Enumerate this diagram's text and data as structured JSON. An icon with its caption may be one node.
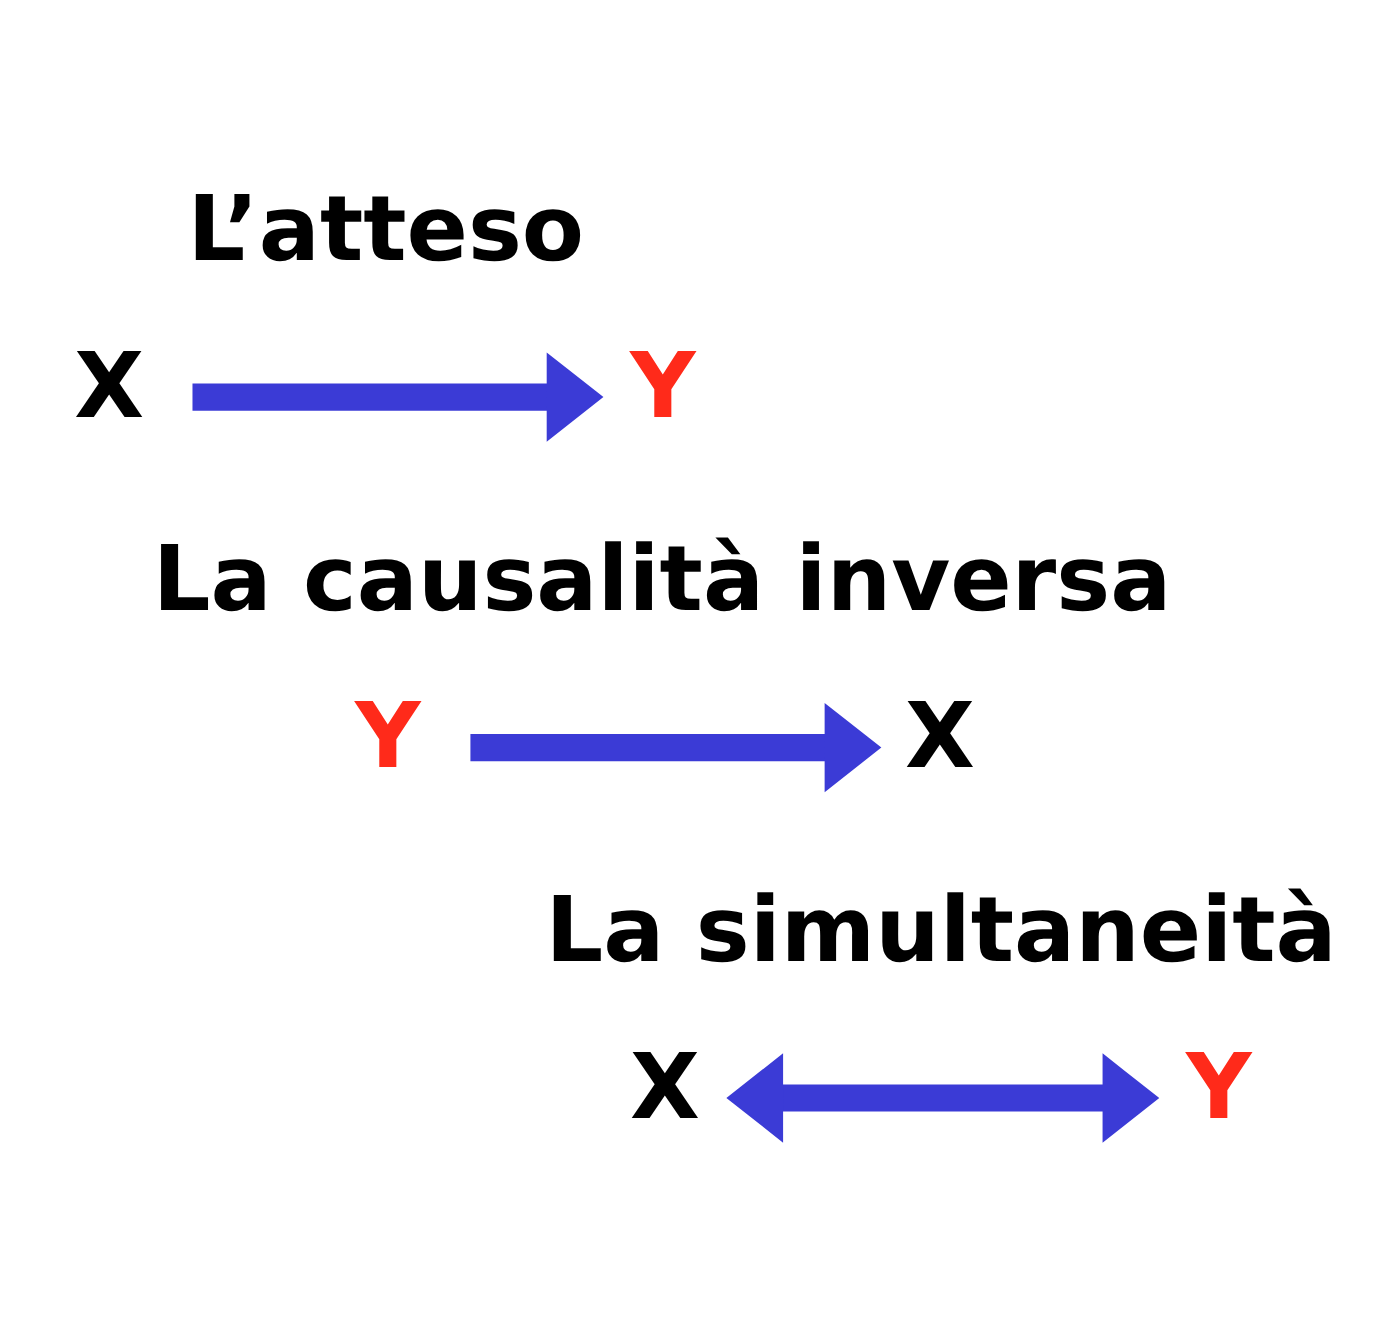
{
  "diagram": {
    "nodes": [
      {
        "text": [
          "X"
        ]
      },
      {
        "text": [
          "Y"
        ]
      },
      {
        "text": [
          "Y"
        ]
      },
      {
        "text": [
          "X"
        ]
      },
      {
        "text": [
          "X"
        ]
      },
      {
        "text": [
          "Y"
        ]
      }
    ],
    "edges": [
      {
        "from": 0,
        "to": 1,
        "arrow": "to"
      },
      {
        "from": 2,
        "to": 3,
        "arrow": "to"
      },
      {
        "from": 4,
        "to": 5,
        "arrow": "both"
      }
    ],
    "labels": [
      "L’atteso",
      "La causalità inversa",
      "La simultaneità"
    ]
  }
}
